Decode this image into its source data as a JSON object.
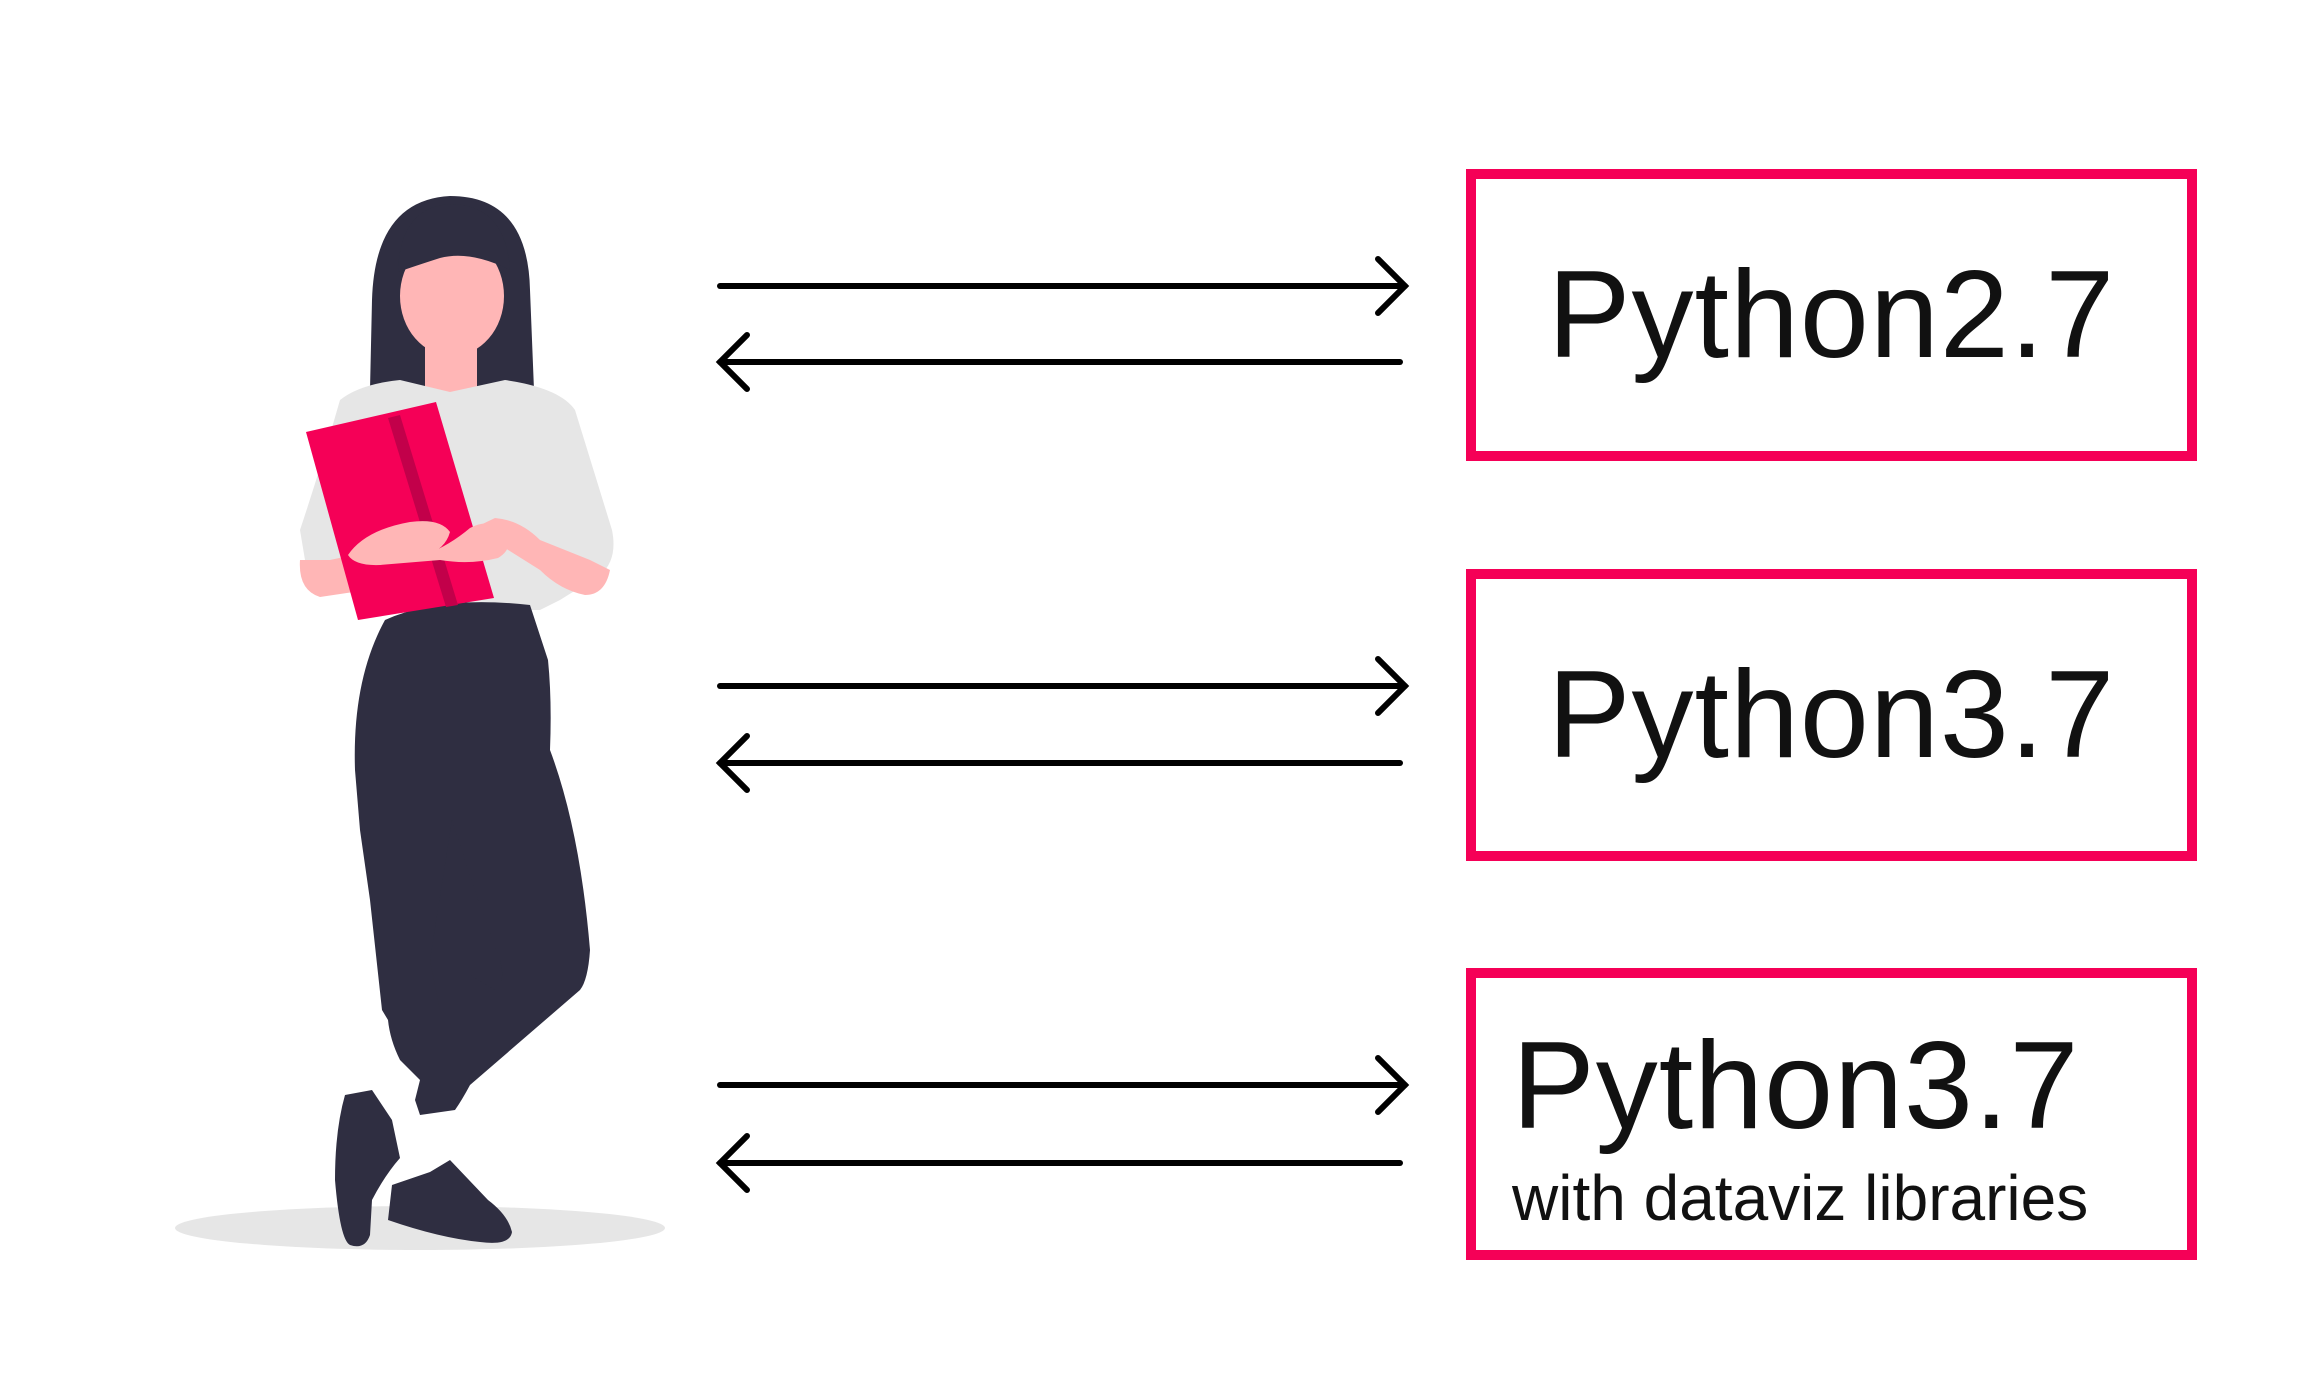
{
  "colors": {
    "accent": "#f50057",
    "hair_and_pants": "#2f2e41",
    "skin": "#ffb6b6",
    "shirt": "#e6e6e6",
    "ground_shadow": "#e6e6e6",
    "arrow": "#000000",
    "text": "#111111"
  },
  "environments": [
    {
      "title": "Python2.7",
      "subtitle": ""
    },
    {
      "title": "Python3.7",
      "subtitle": ""
    },
    {
      "title": "Python3.7",
      "subtitle": "with dataviz libraries"
    }
  ],
  "person": {
    "icon": "woman-holding-book-icon"
  },
  "arrows": [
    {
      "icon": "bidirectional-arrows-icon",
      "links_to": 0
    },
    {
      "icon": "bidirectional-arrows-icon",
      "links_to": 1
    },
    {
      "icon": "bidirectional-arrows-icon",
      "links_to": 2
    }
  ]
}
